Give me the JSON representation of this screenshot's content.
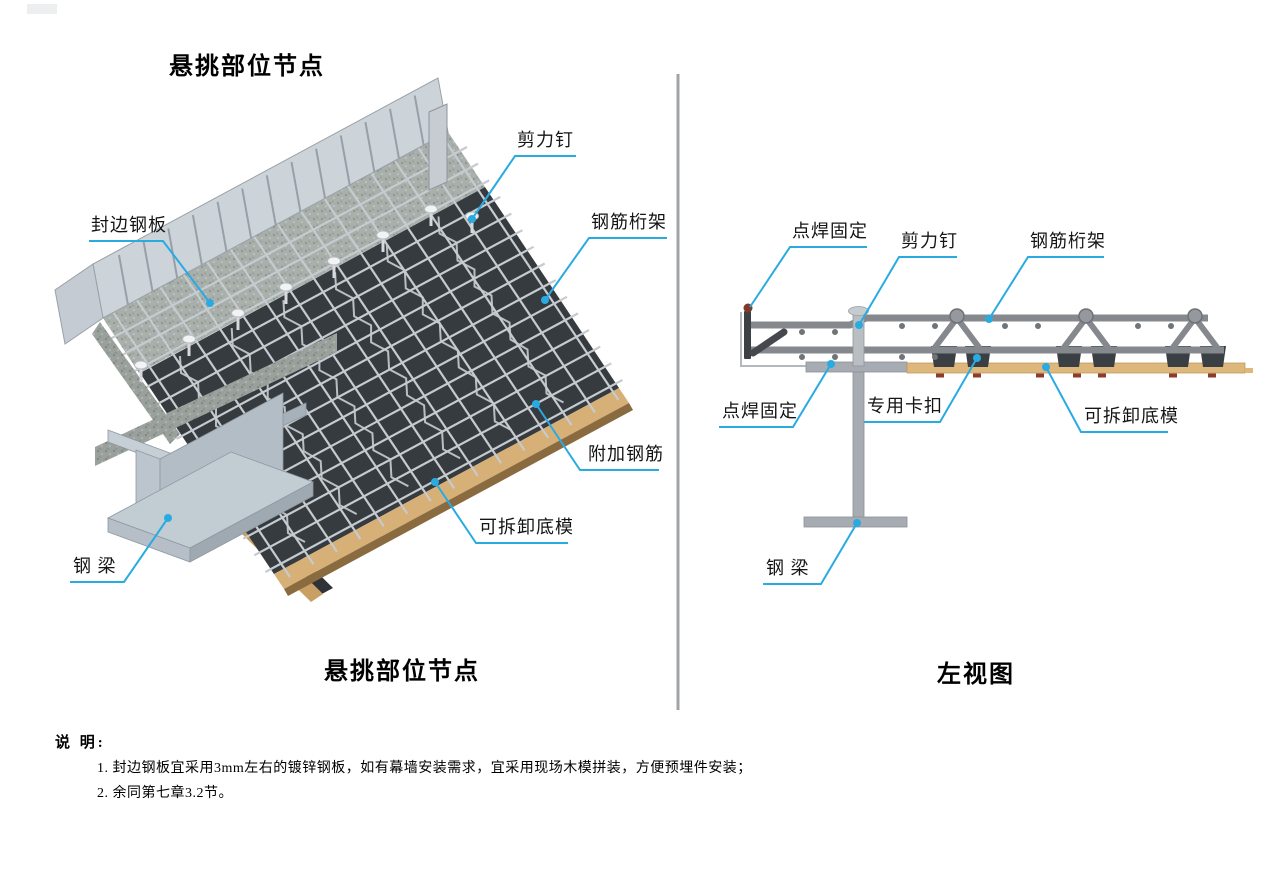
{
  "title": "悬挑部位节点",
  "left_view": {
    "caption": "悬挑部位节点",
    "labels": {
      "edge_plate": "封边钢板",
      "shear_stud": "剪力钉",
      "rebar_truss": "钢筋桁架",
      "additional_rebar": "附加钢筋",
      "removable_form": "可拆卸底模",
      "steel_beam": "钢 梁"
    }
  },
  "right_view": {
    "caption": "左视图",
    "labels": {
      "spot_weld_top": "点焊固定",
      "shear_stud": "剪力钉",
      "rebar_truss": "钢筋桁架",
      "spot_weld_bottom": "点焊固定",
      "special_clip": "专用卡扣",
      "removable_form": "可拆卸底模",
      "steel_beam": "钢 梁"
    }
  },
  "notes": {
    "heading": "说 明:",
    "items": [
      "1. 封边钢板宜采用3mm左右的镀锌钢板，如有幕墙安装需求，宜采用现场木模拼装，方便预埋件安装；",
      "2. 余同第七章3.2节。"
    ]
  },
  "colors": {
    "leader": "#29abe2",
    "deck_dark": "#363b3f",
    "wood": "#d6b077",
    "steel_light": "#b3bdc6",
    "weld_red": "#7e3a2b",
    "divider_gray": "#a0a4a8"
  }
}
